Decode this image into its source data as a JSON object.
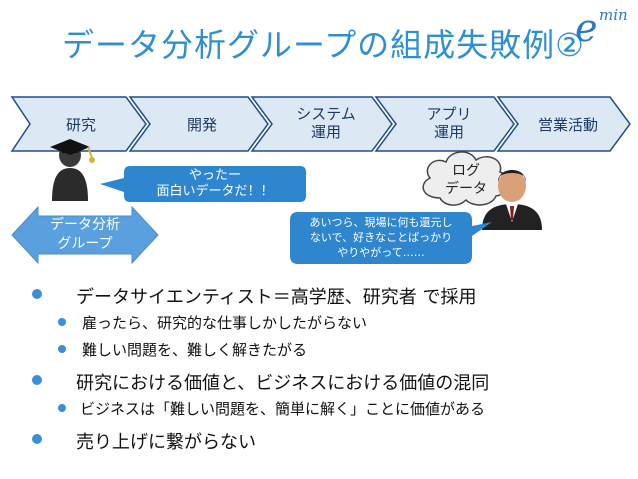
{
  "slide": {
    "title": "データ分析グループの組成失敗例②",
    "logo": {
      "e": "e",
      "sup": "min"
    }
  },
  "process": {
    "steps": [
      {
        "line1": "研究",
        "line2": ""
      },
      {
        "line1": "開発",
        "line2": ""
      },
      {
        "line1": "システム",
        "line2": "運用"
      },
      {
        "line1": "アプリ",
        "line2": "運用"
      },
      {
        "line1": "営業活動",
        "line2": ""
      }
    ]
  },
  "callouts": {
    "researcher_speech": {
      "line1": "やったー",
      "line2": "面白いデータだ！！"
    },
    "business_speech": {
      "line1": "あいつら、現場に何も還元し",
      "line2": "ないで、好きなことばっかり",
      "line3": "やりやがって……"
    },
    "cloud": {
      "line1": "ログ",
      "line2": "データ"
    },
    "group_arrow": {
      "line1": "データ分析",
      "line2": "グループ"
    }
  },
  "bullets": [
    {
      "text": "データサイエンティスト＝高学歴、研究者 で採用",
      "level": 1
    },
    {
      "text": "雇ったら、研究的な仕事しかしたがらない",
      "level": 2
    },
    {
      "text": "難しい問題を、難しく解きたがる",
      "level": 2
    },
    {
      "text": "研究における価値と、ビジネスにおける価値の混同",
      "level": 1
    },
    {
      "text": "ビジネスは「難しい問題を、簡単に解く」ことに価値がある",
      "level": 2
    },
    {
      "text": "売り上げに繋がらない",
      "level": 1
    }
  ],
  "colors": {
    "title": "#2f8fd1",
    "chevron_fill": "#dce9f5",
    "chevron_stroke": "#1f4e8a",
    "speech_fill": "#2e86cf",
    "arrow_fill": "#5aa0de",
    "bullet": "#3a90d6"
  }
}
